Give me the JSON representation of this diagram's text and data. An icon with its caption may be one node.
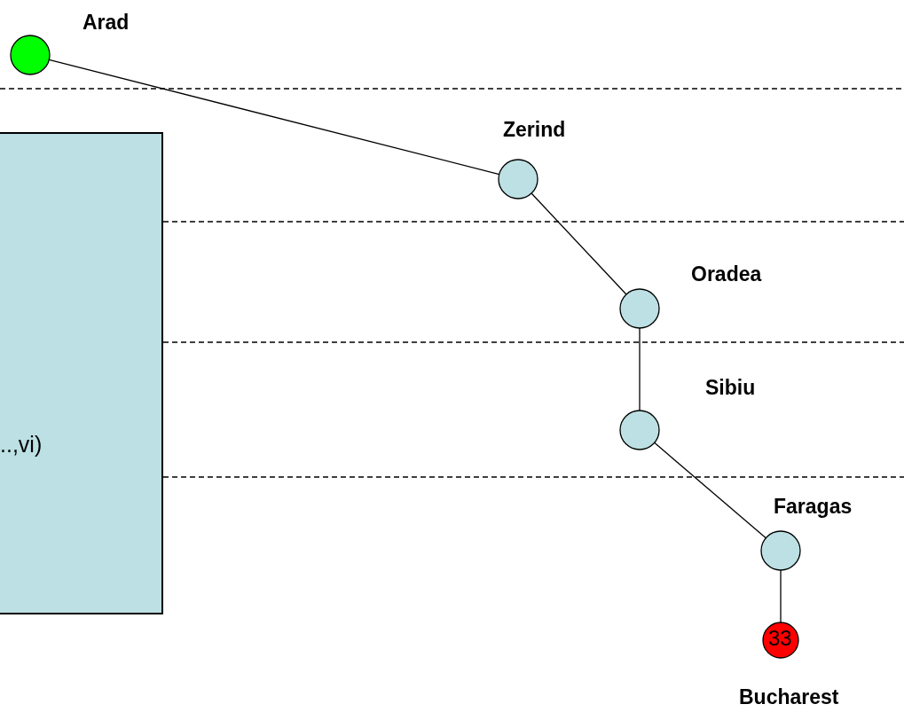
{
  "diagram": {
    "nodes": [
      {
        "text": [
          "Arad"
        ]
      },
      {
        "text": [
          "Zerind"
        ]
      },
      {
        "text": [
          "Oradea"
        ]
      },
      {
        "text": [
          "Sibiu"
        ]
      },
      {
        "text": [
          "Faragas"
        ]
      },
      {
        "text": [
          "Bucharest"
        ]
      },
      {
        "text": [
          "..,vi)"
        ]
      }
    ],
    "edges": [
      {
        "from": 0,
        "to": 1,
        "arrow": "none"
      },
      {
        "from": 1,
        "to": 2,
        "arrow": "none"
      },
      {
        "from": 2,
        "to": 3,
        "arrow": "none"
      },
      {
        "from": 3,
        "to": 4,
        "arrow": "none"
      },
      {
        "from": 4,
        "to": 5,
        "arrow": "none"
      }
    ],
    "labels": [
      "33"
    ]
  }
}
